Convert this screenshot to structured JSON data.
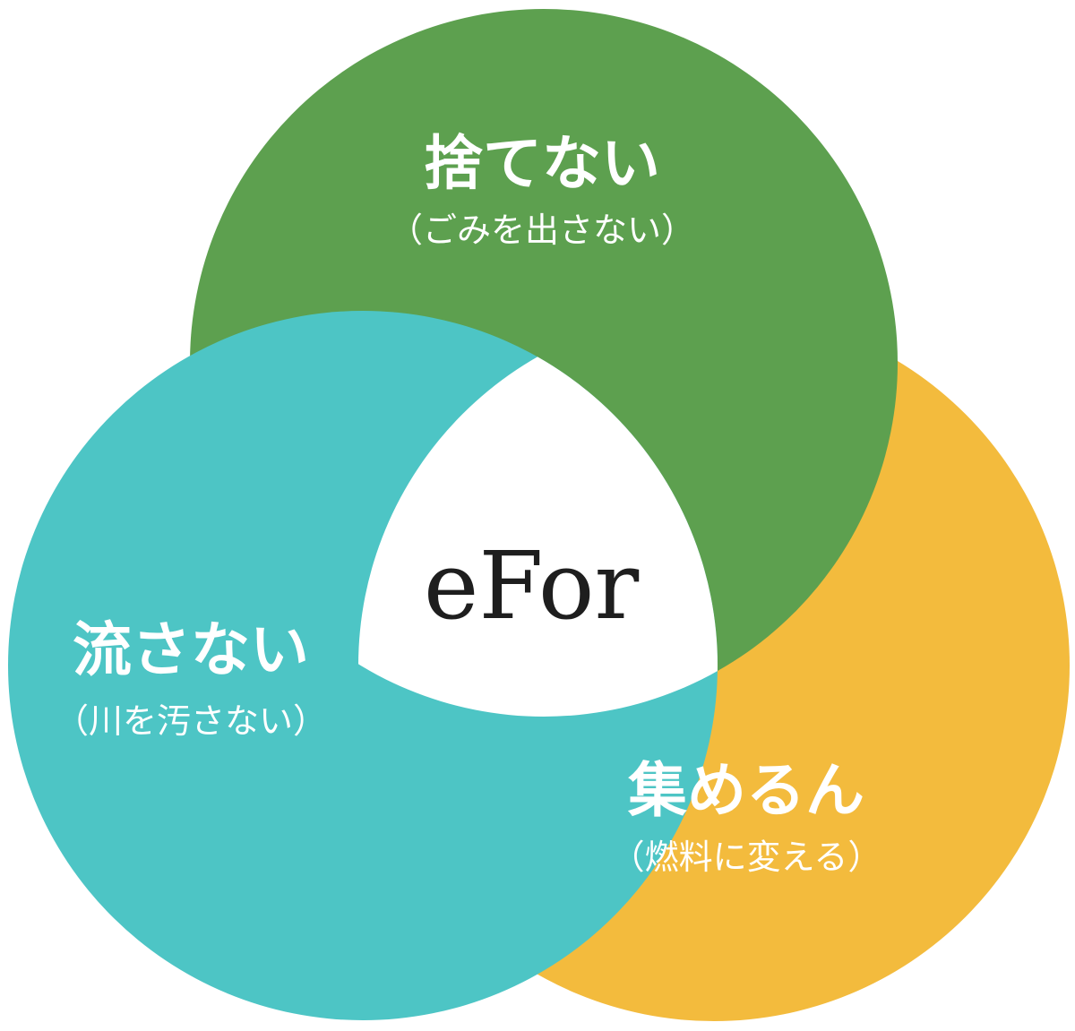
{
  "diagram": {
    "colors": {
      "green": "#5da04f",
      "teal": "#4dc5c5",
      "yellow": "#f3bb3d",
      "center": "#ffffff",
      "text_light": "#ffffff",
      "text_dark": "#1e1e1e"
    },
    "top_circle": {
      "title": "捨てない",
      "subtitle": "（ごみを出さない）"
    },
    "left_circle": {
      "title": "流さない",
      "subtitle": "（川を汚さない）"
    },
    "right_circle": {
      "title": "集めるん",
      "subtitle": "（燃料に変える）"
    },
    "center": {
      "label": "eFor"
    }
  }
}
